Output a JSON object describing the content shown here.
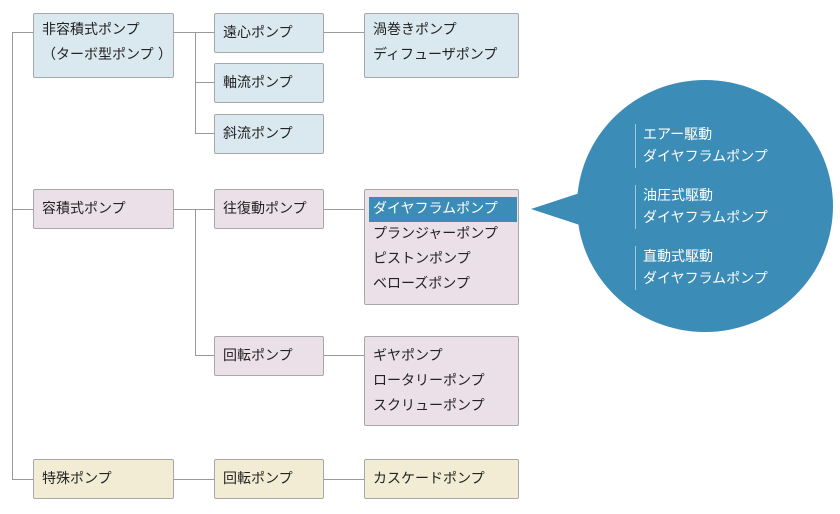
{
  "root": {
    "nonpositive": {
      "line1": "非容積式ポンプ",
      "line2": "（ターボ型ポンプ ）"
    },
    "positive": "容積式ポンプ",
    "special": "特殊ポンプ"
  },
  "level2": {
    "centrifugal": "遠心ポンプ",
    "axial": "軸流ポンプ",
    "mixed": "斜流ポンプ",
    "reciprocating": "往復動ポンプ",
    "rotary": "回転ポンプ",
    "special_rotary": "回転ポンプ"
  },
  "level3": {
    "centrifugal_types": [
      "渦巻きポンプ",
      "ディフューザポンプ"
    ],
    "reciprocating_types": [
      "ダイヤフラムポンプ",
      "プランジャーポンプ",
      "ピストンポンプ",
      "ベローズポンプ"
    ],
    "rotary_types": [
      "ギヤポンプ",
      "ロータリーポンプ",
      "スクリューポンプ"
    ],
    "special_types": [
      "カスケードポンプ"
    ]
  },
  "bubble": {
    "groups": [
      [
        "エアー駆動",
        "ダイヤフラムポンプ"
      ],
      [
        "油圧式駆動",
        "ダイヤフラムポンプ"
      ],
      [
        "直動式駆動",
        "ダイヤフラムポンプ"
      ]
    ]
  },
  "colors": {
    "non_positive_fill": "#dae8f0",
    "positive_fill": "#ece0e8",
    "special_fill": "#f3ecd4",
    "highlight": "#3b8cb6",
    "bubble": "#3b8cb6",
    "connector": "#999999"
  }
}
